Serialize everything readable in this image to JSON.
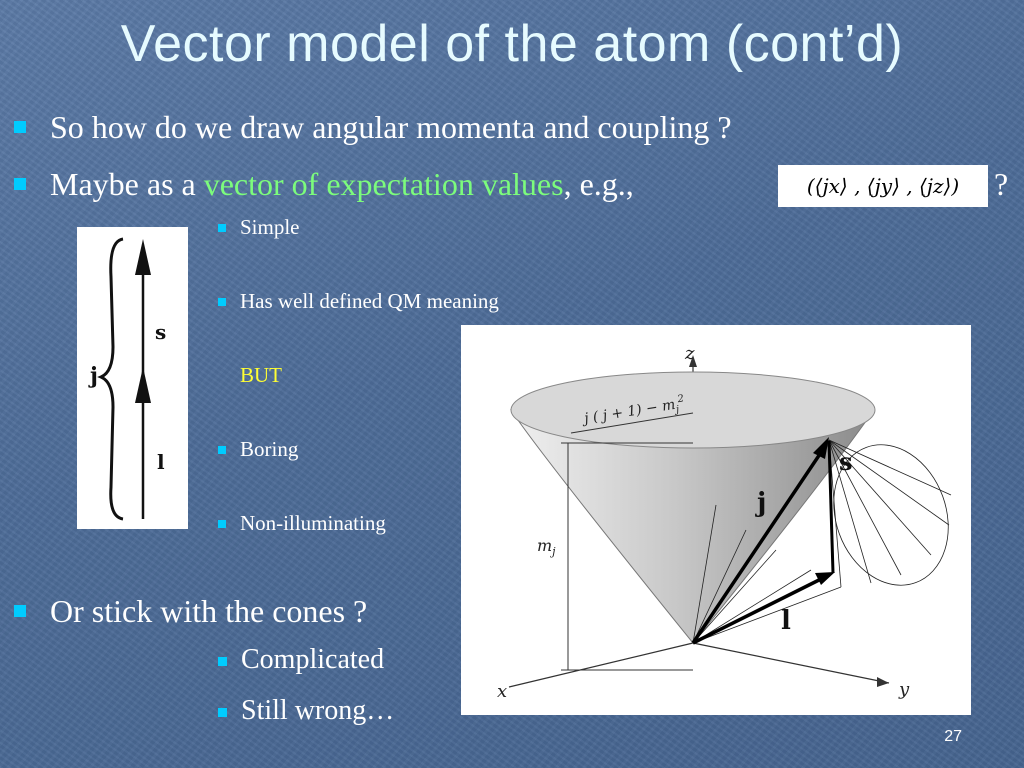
{
  "slide": {
    "title": "Vector model of the atom (cont’d)",
    "bullets": [
      {
        "text": "So how do we draw angular momenta and coupling ?"
      },
      {
        "text_before": "Maybe as a ",
        "highlight": "vector of expectation values",
        "text_after": ", e.g., ",
        "equation": "(⟨jx⟩ , ⟨jy⟩ , ⟨jz⟩)",
        "trailing": "?"
      },
      {
        "text": "Or stick with the cones ?"
      }
    ],
    "sub_bullets_left": [
      "Simple",
      "Has well defined QM meaning",
      "BUT",
      "Boring",
      "Non-illuminating"
    ],
    "sub_bullets_cones": [
      "Complicated",
      "Still wrong…"
    ],
    "page_number": "27"
  },
  "simple_diagram": {
    "labels": {
      "j": "j",
      "s": "s",
      "l": "l"
    }
  },
  "cone_diagram": {
    "labels": {
      "z": "z",
      "x": "x",
      "y": "y",
      "j": "j",
      "s": "s",
      "l": "l",
      "mj": "m",
      "mj_sub": "j",
      "radius": "j ( j + 1) − m",
      "radius_sup": "2",
      "radius_sub": "j"
    }
  },
  "colors": {
    "accent_bullet": "#00ccff",
    "highlight_green": "#7cfc7c",
    "highlight_yellow": "#ffff33",
    "title": "#e6fbff"
  }
}
